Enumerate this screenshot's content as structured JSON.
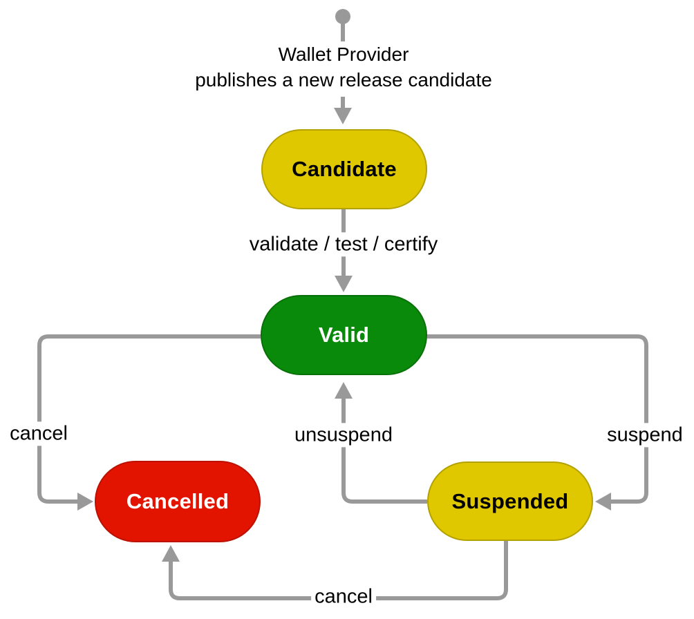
{
  "colors": {
    "state_yellow": "#e0c800",
    "state_yellow_border": "#b3a100",
    "state_green": "#0a8a0a",
    "state_green_border": "#087008",
    "state_red": "#e21400",
    "state_red_border": "#bc1100",
    "edge_gray": "#999999",
    "label_text": "#000000"
  },
  "diagram": {
    "type": "state-diagram",
    "start_annotation": {
      "line1": "Wallet Provider",
      "line2": "publishes a new release candidate"
    },
    "states": [
      {
        "id": "candidate",
        "label": "Candidate",
        "color": "yellow"
      },
      {
        "id": "valid",
        "label": "Valid",
        "color": "green"
      },
      {
        "id": "cancelled",
        "label": "Cancelled",
        "color": "red"
      },
      {
        "id": "suspended",
        "label": "Suspended",
        "color": "yellow"
      }
    ],
    "transitions": [
      {
        "from": "start",
        "to": "candidate",
        "label": ""
      },
      {
        "from": "candidate",
        "to": "valid",
        "label": "validate / test / certify"
      },
      {
        "from": "valid",
        "to": "cancelled",
        "label": "cancel"
      },
      {
        "from": "valid",
        "to": "suspended",
        "label": "suspend"
      },
      {
        "from": "suspended",
        "to": "valid",
        "label": "unsuspend"
      },
      {
        "from": "suspended",
        "to": "cancelled",
        "label": "cancel"
      }
    ]
  }
}
